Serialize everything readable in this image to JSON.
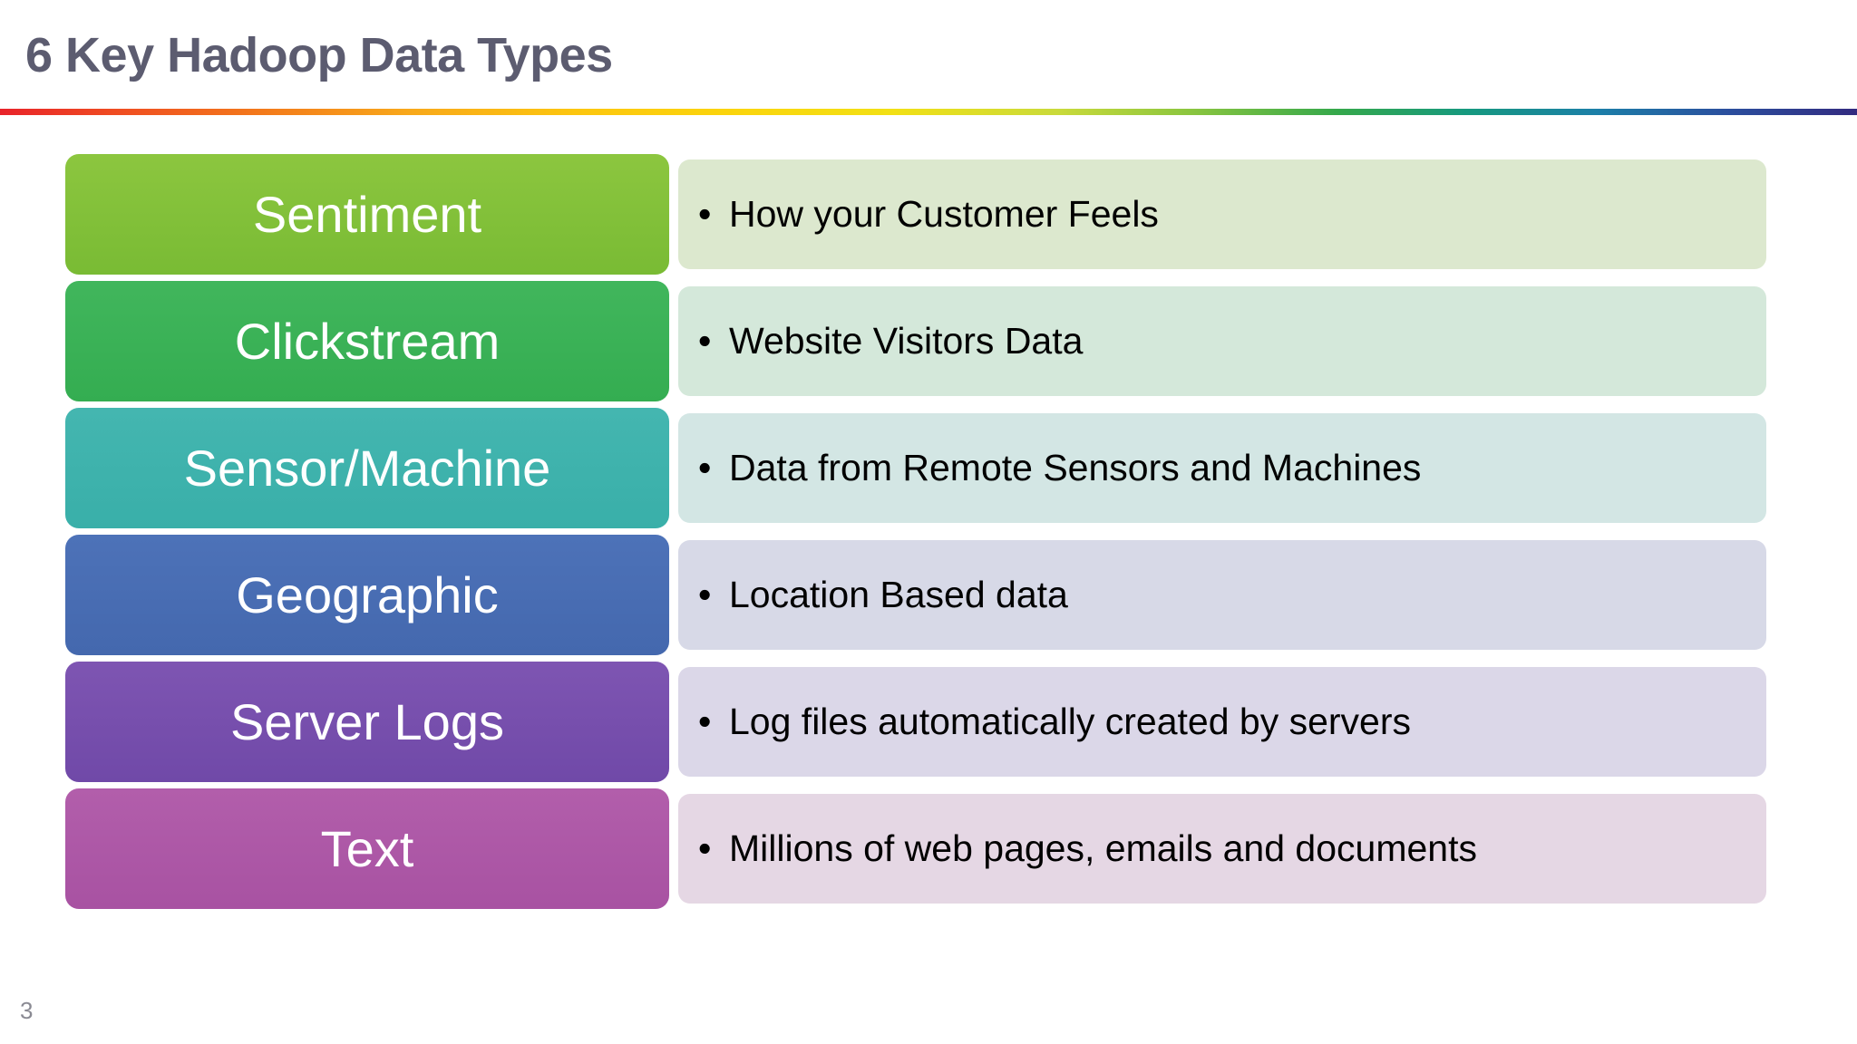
{
  "slide": {
    "title": "6 Key Hadoop Data Types",
    "page_number": "3",
    "bullet_glyph": "•",
    "rule_colors": [
      "#e8232a",
      "#f3791b",
      "#fcc60f",
      "#8cc63f",
      "#35a84b",
      "#16997f",
      "#2b4f9e",
      "#332b80"
    ]
  },
  "rows": [
    {
      "label": "Sentiment",
      "description": "How your Customer Feels",
      "chip_color_top": "#8cc63f",
      "chip_color_bottom": "#79bb34",
      "panel_color": "#dce8ce"
    },
    {
      "label": "Clickstream",
      "description": "Website Visitors Data",
      "chip_color_top": "#41b65c",
      "chip_color_bottom": "#34ad51",
      "panel_color": "#d4e8da"
    },
    {
      "label": "Sensor/Machine",
      "description": "Data from Remote Sensors and Machines",
      "chip_color_top": "#44b6b0",
      "chip_color_bottom": "#39afa9",
      "panel_color": "#d3e6e4"
    },
    {
      "label": "Geographic",
      "description": "Location Based data",
      "chip_color_top": "#4d72b8",
      "chip_color_bottom": "#4468ae",
      "panel_color": "#d7d9e7"
    },
    {
      "label": "Server Logs",
      "description": "Log files automatically created by servers",
      "chip_color_top": "#7e55b2",
      "chip_color_bottom": "#7049a8",
      "panel_color": "#dbd7e8"
    },
    {
      "label": "Text",
      "description": "Millions of web pages, emails and documents",
      "chip_color_top": "#b25eab",
      "chip_color_bottom": "#a852a2",
      "panel_color": "#e5d7e4"
    }
  ]
}
